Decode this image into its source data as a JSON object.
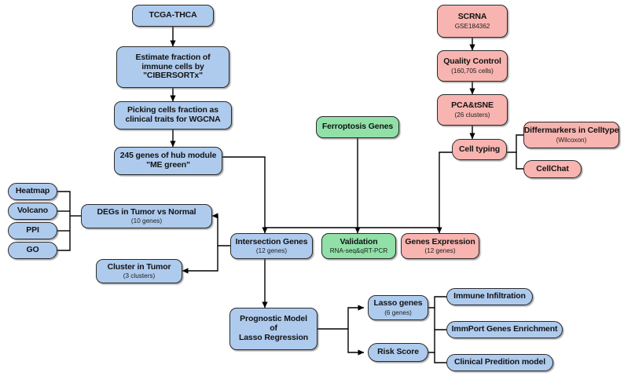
{
  "figure": {
    "type": "flowchart",
    "title": "Ferroptosis-related gene study workflow",
    "palette": {
      "blue": "#aecbee",
      "green": "#90e0a8",
      "pink": "#f7b4b0",
      "border": "#2b2b2b",
      "edge": "#000000",
      "background": "#ffffff"
    }
  },
  "nodes": {
    "tcga_thca": {
      "line1": "TCGA-THCA",
      "color": "blue"
    },
    "estimate_fraction": {
      "line1": "Estimate fraction of",
      "line2": "immune cells by",
      "line3": "\"CIBERSORTx\"",
      "color": "blue"
    },
    "picking_cells": {
      "line1": "Picking cells fraction as",
      "line2": "clinical traits for WGCNA",
      "color": "blue"
    },
    "hub_module": {
      "line1": "245 genes of hub module",
      "line2": "\"ME green\"",
      "color": "blue"
    },
    "heatmap": {
      "line1": "Heatmap",
      "color": "blue"
    },
    "volcano": {
      "line1": "Volcano",
      "color": "blue"
    },
    "ppi": {
      "line1": "PPI",
      "color": "blue"
    },
    "go": {
      "line1": "GO",
      "color": "blue"
    },
    "degs": {
      "line1": "DEGs in Tumor vs Normal",
      "sub": "(10 genes)",
      "color": "blue"
    },
    "cluster_tumor": {
      "line1": "Cluster in Tumor",
      "sub": "(3 clusters)",
      "color": "blue"
    },
    "intersection": {
      "line1": "Intersection Genes",
      "sub": "(12 genes)",
      "color": "blue"
    },
    "ferroptosis": {
      "line1": "Ferroptosis Genes",
      "color": "green"
    },
    "validation": {
      "line1": "Validation",
      "sub": "RNA-seq&qRT-PCR",
      "color": "green"
    },
    "genes_expression": {
      "line1": "Genes Expression",
      "sub": "(12 genes)",
      "color": "pink"
    },
    "scrna": {
      "line1": "SCRNA",
      "sub": "GSE184362",
      "color": "pink"
    },
    "quality_control": {
      "line1": "Quality Control",
      "sub": "(160,705 cells)",
      "color": "pink"
    },
    "pca_tsne": {
      "line1": "PCA&tSNE",
      "sub": "(26 clusters)",
      "color": "pink"
    },
    "cell_typing": {
      "line1": "Cell typing",
      "color": "pink"
    },
    "differmarkers": {
      "line1": "Differmarkers in Celltype",
      "sub": "(Wilcoxon)",
      "color": "pink"
    },
    "cellchat": {
      "line1": "CellChat",
      "color": "pink"
    },
    "prognostic_model": {
      "line1": "Prognostic Model",
      "line2": "of",
      "line3": "Lasso Regression",
      "color": "blue"
    },
    "lasso_genes": {
      "line1": "Lasso genes",
      "sub": "(6 genes)",
      "color": "blue"
    },
    "risk_score": {
      "line1": "Risk Score",
      "color": "blue"
    },
    "immune_infiltration": {
      "line1": "Immune Infiltration",
      "color": "blue"
    },
    "immport": {
      "line1": "ImmPort Genes Enrichment",
      "color": "blue"
    },
    "clinical_model": {
      "line1": "Clinical Predition model",
      "color": "blue"
    }
  }
}
